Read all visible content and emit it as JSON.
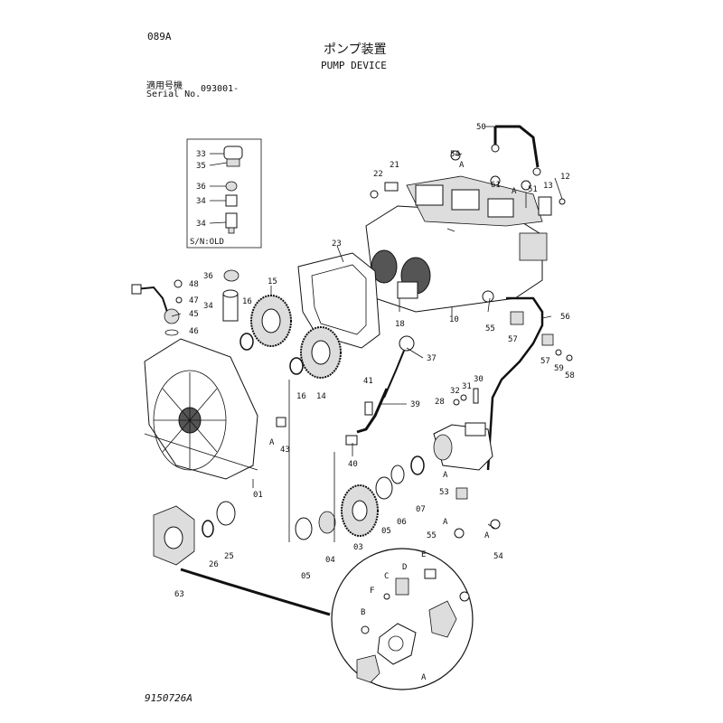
{
  "header": {
    "page_id": "089A",
    "title_jp": "ポンプ装置",
    "title_en": "PUMP DEVICE",
    "serial_label_jp": "適用号機",
    "serial_label_en": "Serial No.",
    "serial_value": "093001-"
  },
  "inset_box": {
    "note": "S/N:OLD",
    "labels": [
      "33",
      "35",
      "36",
      "34",
      "34"
    ]
  },
  "callouts": {
    "c50": "50",
    "c54a": "54",
    "ca1": "A",
    "c61": "61",
    "c51": "51",
    "c13": "13",
    "c12": "12",
    "c22": "22",
    "c21": "21",
    "cA2": "A",
    "c23": "23",
    "c18": "18",
    "c10": "10",
    "c55a": "55",
    "c56": "56",
    "c57a": "57",
    "c57b": "57",
    "c59": "59",
    "c58": "58",
    "c48": "48",
    "c47": "47",
    "c45": "45",
    "c46": "46",
    "c36": "36",
    "c34": "34",
    "c15": "15",
    "c16a": "16",
    "c16b": "16",
    "c14": "14",
    "c37": "37",
    "c41": "41",
    "c39": "39",
    "c40": "40",
    "c43": "43",
    "cA3": "A",
    "c32": "32",
    "c31": "31",
    "c30": "30",
    "c28": "28",
    "cA4": "A",
    "c53": "53",
    "c07": "07",
    "c06": "06",
    "c05a": "05",
    "c05b": "05",
    "c01": "01",
    "c03": "03",
    "c04": "04",
    "c25": "25",
    "c26": "26",
    "c63": "63",
    "cA5": "A",
    "c55b": "55",
    "cA6": "A",
    "c54b": "54",
    "cB": "B",
    "cC": "C",
    "cD": "D",
    "cE": "E",
    "cF": "F",
    "cA7": "A"
  },
  "footer": {
    "drawing_no": "9150726A"
  },
  "colors": {
    "ink": "#111111",
    "paper": "#ffffff"
  }
}
